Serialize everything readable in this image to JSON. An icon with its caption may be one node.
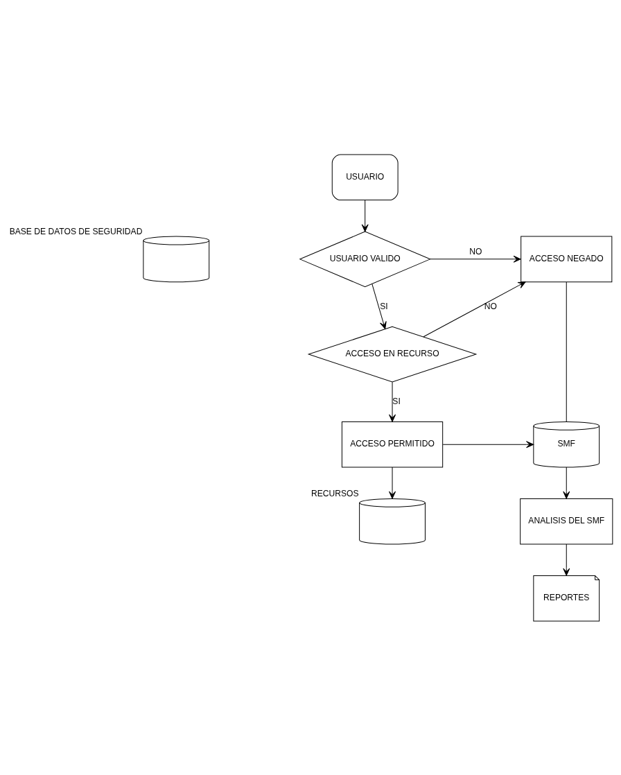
{
  "diagram": {
    "nodes": [
      {
        "text": [
          "USUARIO"
        ]
      },
      {
        "text": [],
        "shape": "cylinder",
        "beside": [
          "BASE DE DATOS DE SEGURIDAD"
        ]
      },
      {
        "text": [
          "USUARIO VALIDO"
        ]
      },
      {
        "text": [
          "ACCESO NEGADO"
        ]
      },
      {
        "text": [
          "ACCESO EN RECURSO"
        ]
      },
      {
        "text": [
          "ACCESO PERMITIDO"
        ]
      },
      {
        "text": [
          "SMF"
        ]
      },
      {
        "text": [],
        "shape": "cylinder",
        "beside": [
          "RECURSOS"
        ]
      },
      {
        "text": [
          "ANALISIS DEL SMF"
        ]
      },
      {
        "text": [
          "REPORTES"
        ]
      }
    ],
    "edges": [
      {
        "from": 0,
        "to": 2,
        "arrow": "to"
      },
      {
        "from": 2,
        "to": 3,
        "arrow": "to",
        "label": "NO"
      },
      {
        "from": 2,
        "to": 4,
        "arrow": "to",
        "label": "SI"
      },
      {
        "from": 4,
        "to": 3,
        "arrow": "to",
        "label": "NO"
      },
      {
        "from": 4,
        "to": 5,
        "arrow": "to",
        "label": "SI"
      },
      {
        "from": 5,
        "to": 6,
        "arrow": "to"
      },
      {
        "from": 3,
        "to": 6,
        "arrow": "none"
      },
      {
        "from": 5,
        "to": 7,
        "arrow": "to"
      },
      {
        "from": 6,
        "to": 8,
        "arrow": "to"
      },
      {
        "from": 8,
        "to": 9,
        "arrow": "to"
      }
    ]
  }
}
